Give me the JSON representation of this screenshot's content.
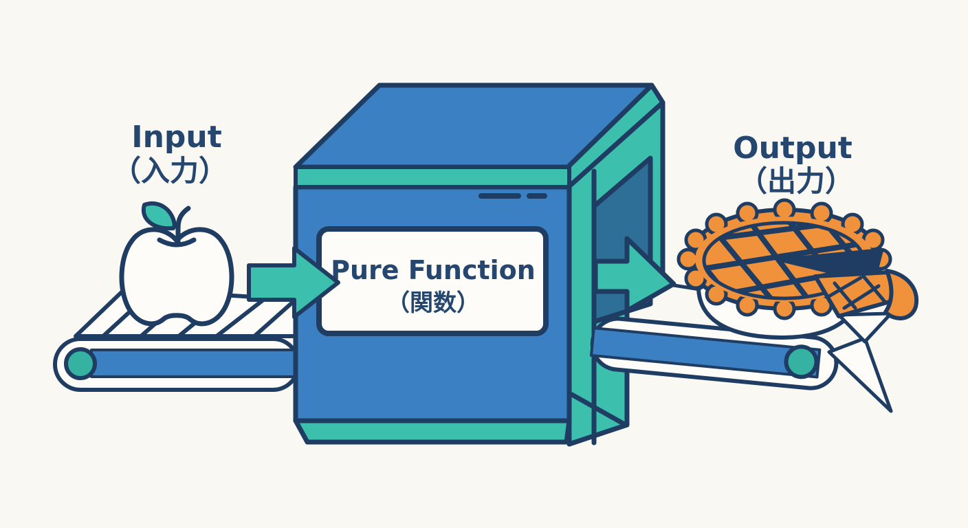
{
  "diagram": {
    "title": "Pure Function input/output conveyor diagram"
  },
  "labels": {
    "input_en": "Input",
    "input_ja": "（入力）",
    "output_en": "Output",
    "output_ja": "（出力）",
    "function_en": "Pure Function",
    "function_ja": "（関数）"
  },
  "icons": {
    "apple": "apple-icon",
    "apple_leaf": "leaf-icon",
    "pie": "pie-icon",
    "pie_slice": "pie-slice-icon",
    "machine": "function-machine",
    "input_arrow": "input-arrow-icon",
    "output_arrow": "output-arrow-icon",
    "left_conveyor": "conveyor-belt-left",
    "right_conveyor": "conveyor-belt-right"
  },
  "colors": {
    "background": "#faf8f3",
    "outline": "#1f3c62",
    "text": "#24466f",
    "blue": "#3b80c3",
    "teal": "#3dbfae",
    "teal_dark": "#35b2a2",
    "opening_blue": "#2d6f96",
    "orange": "#f0923c",
    "white": "#fdfcf8"
  }
}
